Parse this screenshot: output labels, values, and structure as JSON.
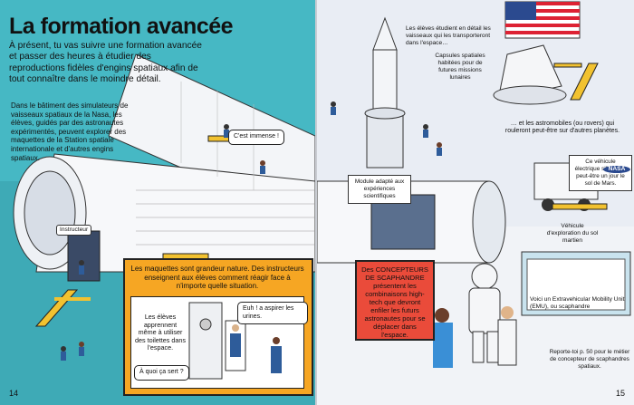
{
  "title": "La formation avancée",
  "intro": "À présent, tu vas suivre une formation avancée et passer des heures à étudier des reproductions fidèles d'engins spatiaux afin de tout connaître dans le moindre détail.",
  "side_note": "Dans le bâtiment des simulateurs de vaisseaux spatiaux de la Nasa, les élèves, guidés par des astronautes expérimentés, peuvent explorer des maquettes de la Station spatiale internationale et d'autres engins spatiaux.",
  "labels": {
    "instructeur": "Instructeur",
    "module": "Module adapté aux expériences scientifiques",
    "vaisseaux": "Les élèves étudient en détail les vaisseaux qui les transporteront dans l'espace…",
    "capsules": "Capsules spatiales habitées pour de futures missions lunaires",
    "astromobiles": "… et les astromobiles (ou rovers) qui rouleront peut-être sur d'autres planètes.",
    "vehicule_electrique": "Ce véhicule électrique sillonnera peut-être un jour le sol de Mars.",
    "vehicule_exploration": "Véhicule d'exploration du sol martien"
  },
  "bubbles": {
    "immense": "C'est immense !",
    "urines": "Euh ! a aspirer les urines.",
    "quoi": "À quoi ça sert ?"
  },
  "panel": {
    "text": "Les maquettes sont grandeur nature. Des instructeurs enseignent aux élèves comment réagir face à n'importe quelle situation.",
    "toilettes": "Les élèves apprennent même à utiliser des toilettes dans l'espace."
  },
  "red_panel": "Des CONCEPTEURS DE SCAPHANDRE présentent les combinaisons high-tech que devront enfiler les futurs astronautes pour se déplacer dans l'espace.",
  "emu_note": "Voici un Extravehicular Mobility Unit (EMU), ou scaphandre",
  "reporte": "Reporte-toi p. 50 pour le métier de concepteur de scaphandres spatiaux.",
  "nasa_badge": "NASA",
  "page_left": "14",
  "page_right": "15",
  "colors": {
    "teal": "#46b8c4",
    "orange": "#f6a623",
    "red": "#ea4b3a",
    "floor": "#e9edf4"
  }
}
